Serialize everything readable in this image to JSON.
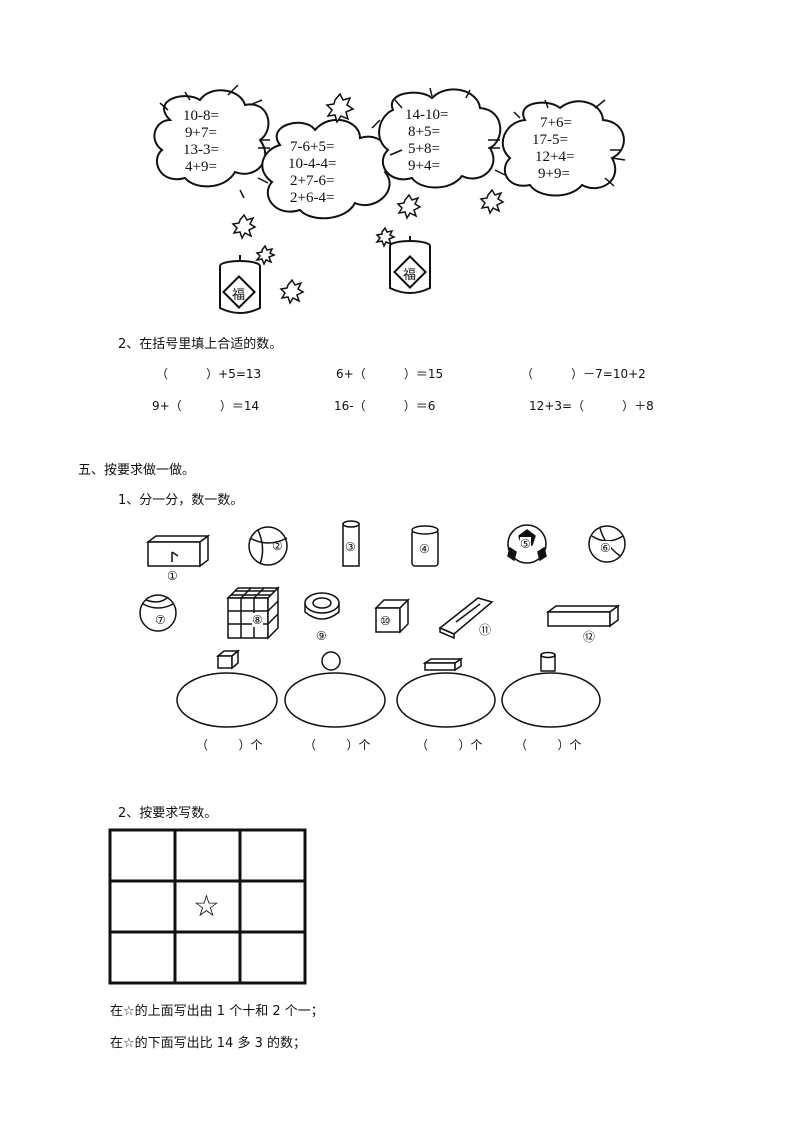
{
  "clouds": [
    {
      "lines": [
        "10-8=",
        "9+7=",
        "13-3=",
        "4+9="
      ]
    },
    {
      "lines": [
        "7-6+5=",
        "10-4-4=",
        "2+7-6=",
        "2+6-4="
      ]
    },
    {
      "lines": [
        "14-10=",
        "8+5=",
        "5+8=",
        "9+4="
      ]
    },
    {
      "lines": [
        "7+6=",
        "17-5=",
        "12+4=",
        "9+9="
      ]
    }
  ],
  "jar_label": "福",
  "q2": {
    "title": "2、在括号里填上合适的数。",
    "rows": [
      [
        "（          ）+5=13",
        "6+（          ）＝15",
        "（          ）－7=10+2"
      ],
      [
        "9+（          ）＝14",
        "16-（          ）＝6",
        "12+3=（          ）＋8"
      ]
    ]
  },
  "section5": {
    "title": "五、按要求做一做。",
    "q1_title": "1、分一分，数一数。",
    "object_numbers": [
      "①",
      "②",
      "③",
      "④",
      "⑤",
      "⑥",
      "⑦",
      "⑧",
      "⑨",
      "⑩",
      "⑪",
      "⑫"
    ],
    "count_blank": "（        ）个",
    "q2_title": "2、按要求写数。",
    "star": "☆",
    "instructions": [
      "在☆的上面写出由 1 个十和 2 个一；",
      "在☆的下面写出比 14 多 3 的数；"
    ]
  }
}
